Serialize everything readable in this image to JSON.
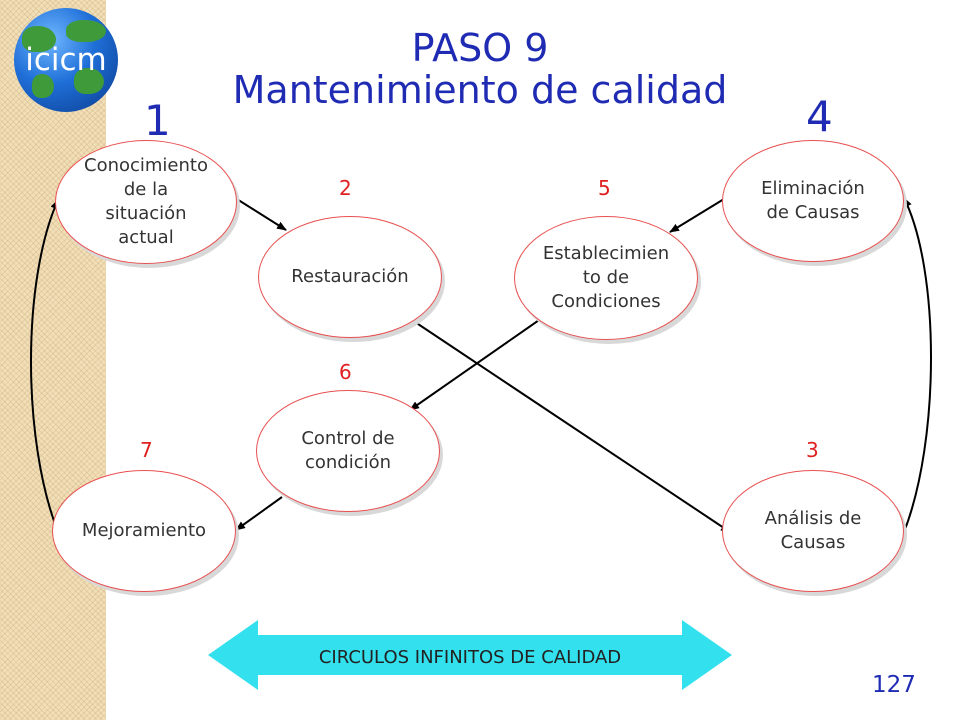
{
  "logo": {
    "text": "icicm"
  },
  "title": {
    "line1": "PASO 9",
    "line2": "Mantenimiento de calidad"
  },
  "big_numbers": {
    "left": "1",
    "right": "4"
  },
  "step_numbers": {
    "restauracion": "2",
    "analisis": "3",
    "establecimiento": "5",
    "control": "6",
    "mejoramiento": "7"
  },
  "nodes": {
    "conocimiento": "Conocimiento\nde la\nsituación\nactual",
    "restauracion": "Restauración",
    "establecimiento": "Establecimien\nto de\nCondiciones",
    "eliminacion": "Eliminación\nde Causas",
    "control": "Control de\ncondición",
    "mejoramiento": "Mejoramiento",
    "analisis": "Análisis de\nCausas"
  },
  "banner": {
    "text": "CIRCULOS INFINITOS DE CALIDAD",
    "color": "#33e0ee"
  },
  "page_number": "127",
  "colors": {
    "title": "#1f2bb3",
    "step_number": "#e02020",
    "node_border": "#e85050"
  }
}
